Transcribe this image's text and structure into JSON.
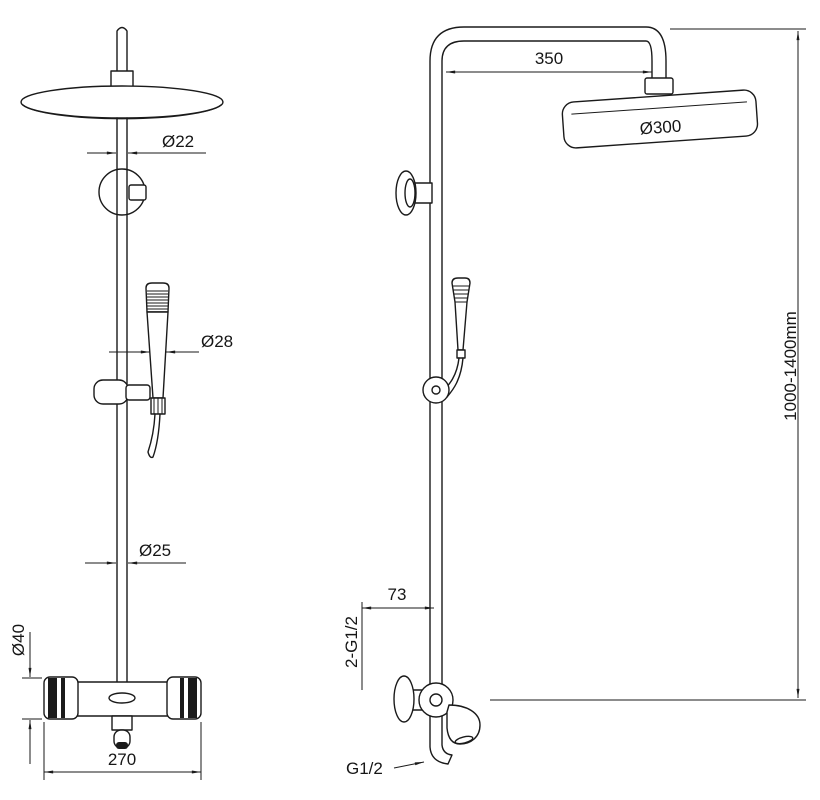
{
  "drawing": {
    "line_color": "#1a1a1a",
    "background": "#ffffff"
  },
  "views": {
    "front": {
      "dim_pipe_top": "Ø22",
      "dim_handshower": "Ø28",
      "dim_pipe_lower": "Ø25",
      "dim_mixer_body": "Ø40",
      "dim_mixer_width": "270"
    },
    "side": {
      "dim_arm_reach": "350",
      "dim_head": "Ø300",
      "dim_height": "1000-1400mm",
      "dim_wall_offset": "73",
      "label_inlets": "2-G1/2",
      "label_outlet": "G1/2"
    }
  }
}
